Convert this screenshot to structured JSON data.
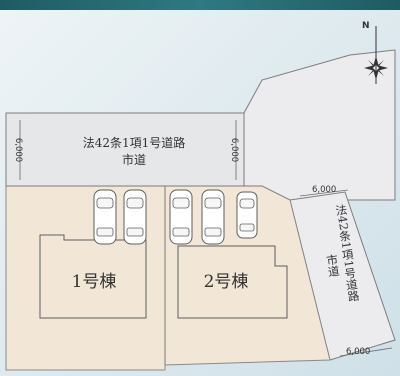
{
  "compass": {
    "label": "N",
    "icon": "compass-rose-icon"
  },
  "top_road": {
    "line1": "法42条1項1号道路",
    "line2": "市道"
  },
  "right_road": {
    "line1": "法42条1項1号道路",
    "line2": "市道"
  },
  "buildings": [
    {
      "label": "1号棟"
    },
    {
      "label": "2号棟"
    }
  ],
  "dimensions": {
    "top_left": "6,000",
    "top_right": "6,000",
    "right_top": "6,000",
    "right_bottom": "6,000"
  },
  "colors": {
    "lot_fill": "#f2e6d6",
    "road_fill": "#e6e7e9",
    "header_band": "#2e7a80"
  },
  "parking": {
    "cars": 5
  }
}
